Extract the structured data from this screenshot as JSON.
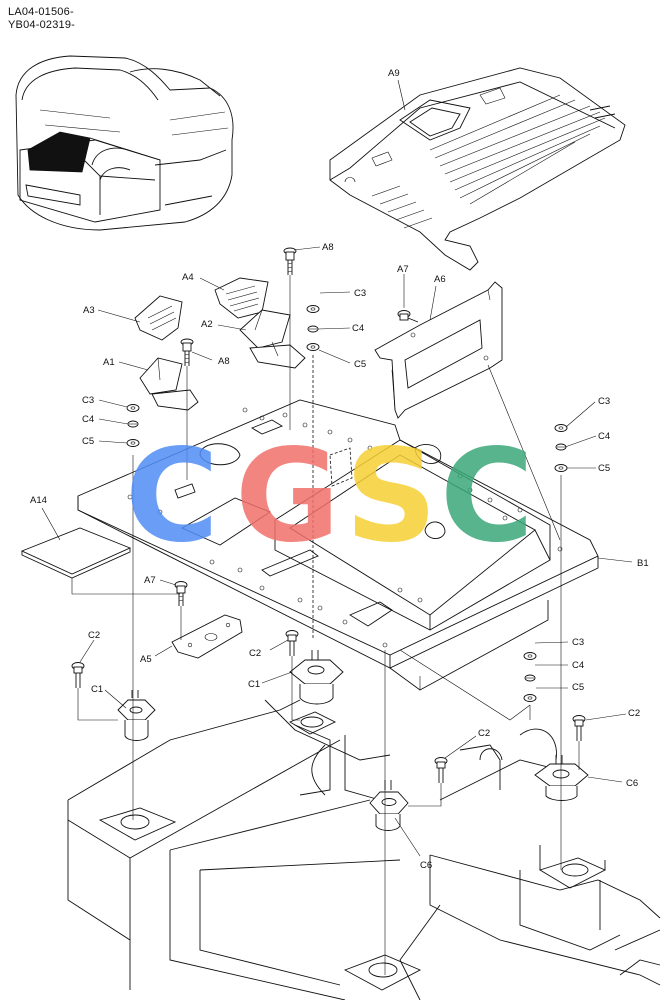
{
  "header": {
    "codes": [
      "LA04-01506-",
      "YB04-02319-"
    ]
  },
  "watermark": {
    "letters": [
      {
        "char": "C",
        "color": "#4f8df5"
      },
      {
        "char": "G",
        "color": "#f0706a"
      },
      {
        "char": "S",
        "color": "#f6cf35"
      },
      {
        "char": "C",
        "color": "#3aa87a"
      }
    ]
  },
  "labels": {
    "A9": "A9",
    "A8a": "A8",
    "A8b": "A8",
    "A4": "A4",
    "A3": "A3",
    "A2": "A2",
    "A1": "A1",
    "A7a": "A7",
    "A6": "A6",
    "A7b": "A7",
    "A5": "A5",
    "A14": "A14",
    "B1": "B1",
    "C3a": "C3",
    "C4a": "C4",
    "C5a": "C5",
    "C3b": "C3",
    "C4b": "C4",
    "C5b": "C5",
    "C3c": "C3",
    "C4c": "C4",
    "C5c": "C5",
    "C3d": "C3",
    "C4d": "C4",
    "C5d": "C5",
    "C2a": "C2",
    "C2b": "C2",
    "C2c": "C2",
    "C2d": "C2",
    "C1a": "C1",
    "C1b": "C1",
    "C6a": "C6",
    "C6b": "C6"
  }
}
